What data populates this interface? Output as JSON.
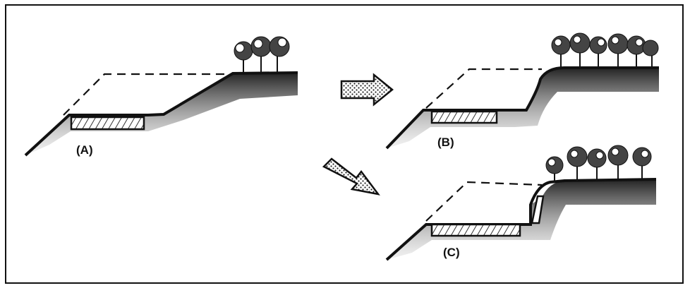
{
  "panels": [
    {
      "id": "A",
      "label": "(A)"
    },
    {
      "id": "B",
      "label": "(B)"
    },
    {
      "id": "C",
      "label": "(C)"
    }
  ],
  "colors": {
    "ink": "#111111",
    "fill": "#ffffff"
  }
}
